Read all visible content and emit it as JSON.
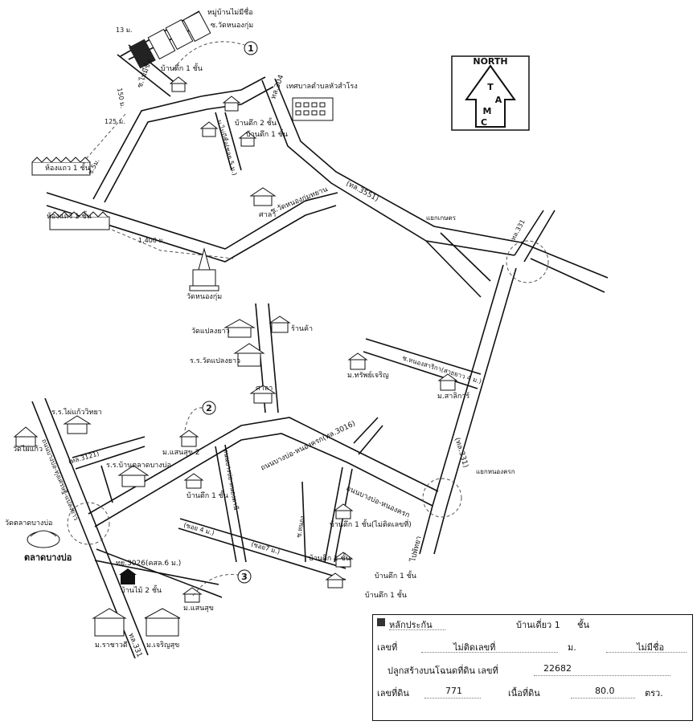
{
  "north": {
    "title": "NORTH",
    "letters": [
      "T",
      "A",
      "M",
      "C"
    ]
  },
  "roads": {
    "hwy304": "ทล.304",
    "hwy3551": "(ทล.3551)",
    "hwy3016": "ถนนบางบ่อ-หนองครก(ทล.3016)",
    "hwy3121": "(ทล.3121)",
    "hwy331_left": "ทล.331",
    "hwy331_right": "(ทล.331)",
    "hwy331_bottom": "ทล.331",
    "nongkrok_rd": "ถนนบางบ่อ-หนองครก",
    "pattaya_rd": "ไปพัทยา",
    "watnongkhao_rd": "ซ.วัดหนองกุ่มทยาน",
    "nongsarika_rd": "ซ.หนองสาริกา(สายยาว 4 ม.)",
    "soi_left": "ซ.ไม่มีชื่อ",
    "soi_lane": "ม.ไม่มีชื่อ(ซอย 5 ม.)",
    "bangbo_rd": "ถนนบางบ่อ-ทุ่งเศรษฐี-แปลงยาว",
    "soi_5m": "ซ.5ม.",
    "soi_4m": "(ซอย 4 ม.)",
    "soi_7m": "(ซอย7 ม.)",
    "soi_3026": "ทย.3026(คสล.6 ม.)",
    "bangbo_nong_rd": "ถนนบางบ่อ-หนองตานี",
    "soi_small": "ซ.หนอง"
  },
  "places": {
    "subject_village": "หมู่บ้านไม่มีชื่อ",
    "soi_top": "ซ.วัดหนองกุ่ม",
    "brick_house_1": "บ้านตึก 1 ชั้น",
    "brick_house_2": "บ้านตึก 2 ชั้น",
    "brick_house_1b": "บ้านตึก 1 ชั้น",
    "municipality": "เทศบาลตำบลหัวสำโรง",
    "shophouse_1": "ห้องแถว 1 ชั้น",
    "shophouse_2": "ห้องแถว 1 ชั้น",
    "temple": "วัดหนองกุ่ม",
    "pavilion_1": "ศาลา",
    "junction_1": "แยกเกษตร",
    "wat_plong": "วัดแปลงยาว",
    "shop": "ร้านค้า",
    "school_plong": "ร.ร.วัดแปลงยาว",
    "village_sub": "ม.ทรัพย์เจริญ",
    "village_sak": "ม.สาลิการ์",
    "pavilion_2": "ศาลา",
    "school_kai": "ร.ร.ไผ่แก้ววิทยา",
    "wat_kai": "วัดไผ่แก้ว",
    "village_pair": "ม.แสนสุข 2",
    "school_talad": "ร.ร.บ้านตลาดบางบ่อ",
    "brick_house_lower": "บ้านตึก 1 ชั้น",
    "junction_2": "แยกหนองครก",
    "brick_house_nonum": "บ้านตึก 1 ชั้น(ไม่ติดเลขที่)",
    "wat_talad": "วัดตลาดบางบ่อ",
    "market": "ตลาดบางบ่อ",
    "wood_house": "บ้านไม้ 2 ชั้น",
    "village_sansuk": "ม.แสนสุข",
    "brick_house_a": "บ้านตึก 1 ชั้น",
    "brick_house_b": "บ้านตึก 1 ชั้น",
    "brick_house_c": "บ้านตึก 1 ชั้น",
    "village_rachavadee": "ม.ราชาวดี",
    "village_charoensuk": "ม.เจริญสุข"
  },
  "distances": {
    "d13": "13 ม.",
    "d150": "150 ม.",
    "d125": "125 ม.",
    "d1400": "1,400 ม."
  },
  "markers": [
    "1",
    "2",
    "3"
  ],
  "info": {
    "title": "หลักประกัน",
    "type": "บ้านเดี่ยว 1",
    "floors_unit": "ชั้น",
    "no_label": "เลขที่",
    "no_value": "ไม่ติดเลขที่",
    "moo_label": "ม.",
    "moo_value": "ไม่มีชื่อ",
    "deed_label": "ปลูกสร้างบนโฉนดที่ดิน เลขที่",
    "deed_value": "22682",
    "land_no_label": "เลขที่ดิน",
    "land_no_value": "771",
    "area_label": "เนื้อที่ดิน",
    "area_value": "80.0",
    "area_unit": "ตรว."
  }
}
